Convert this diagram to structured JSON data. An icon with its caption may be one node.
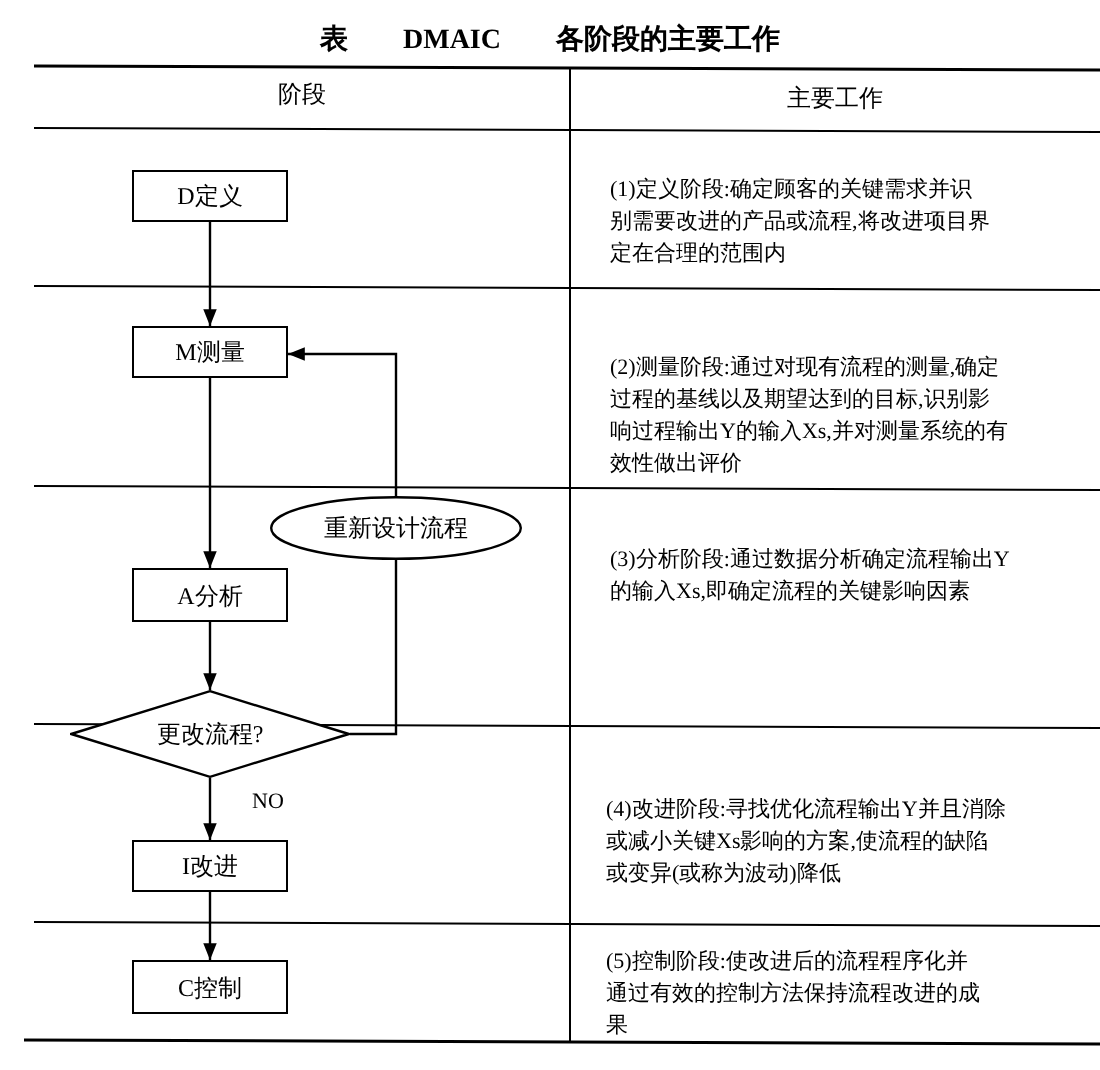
{
  "diagram": {
    "title": "表 DMAIC 各阶段的主要工作",
    "nodes": [
      {
        "text": [
          "D定义"
        ]
      },
      {
        "text": [
          "M测量"
        ]
      },
      {
        "text": [
          "重新设计流程"
        ]
      },
      {
        "text": [
          "A分析"
        ]
      },
      {
        "text": [
          "更改流程?"
        ]
      },
      {
        "text": [
          "I改进"
        ]
      },
      {
        "text": [
          "C控制"
        ]
      }
    ],
    "edges": [
      {
        "from": 0,
        "to": 1,
        "arrow": "to"
      },
      {
        "from": 1,
        "to": 3,
        "arrow": "to"
      },
      {
        "from": 3,
        "to": 4,
        "arrow": "to"
      },
      {
        "from": 4,
        "to": 2,
        "arrow": "none"
      },
      {
        "from": 2,
        "to": 1,
        "arrow": "to"
      },
      {
        "from": 4,
        "to": 5,
        "label": "NO",
        "arrow": "to"
      },
      {
        "from": 5,
        "to": 6,
        "arrow": "to"
      }
    ],
    "labels": [
      "阶段",
      "主要工作",
      "(1)定义阶段:确定顾客的关键需求并识别需要改进的产品或流程,将改进项目界定在合理的范围内",
      "(2)测量阶段:通过对现有流程的测量,确定过程的基线以及期望达到的目标,识别影响过程输出Y的输入Xs,并对测量系统的有效性做出评价",
      "(3)分析阶段:通过数据分析确定流程输出Y的输入Xs,即确定流程的关键影响因素",
      "(4)改进阶段:寻找优化流程输出Y并且消除或减小关键Xs影响的方案,使流程的缺陷或变异(或称为波动)降低",
      "(5)控制阶段:使改进后的流程程序化并通过有效的控制方法保持流程改进的成果"
    ]
  }
}
